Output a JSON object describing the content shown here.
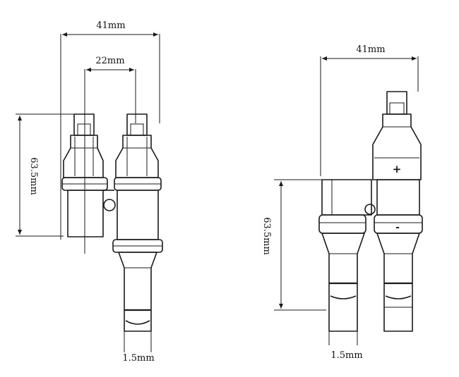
{
  "left_drawing": {
    "width_outer": "41mm",
    "width_inner": "22mm",
    "height": "63.5mm",
    "pin": "1.5mm"
  },
  "right_drawing": {
    "width_outer": "41mm",
    "height": "63.5mm",
    "pin": "1.5mm",
    "plus_mark": "+",
    "minus_mark": "-"
  }
}
